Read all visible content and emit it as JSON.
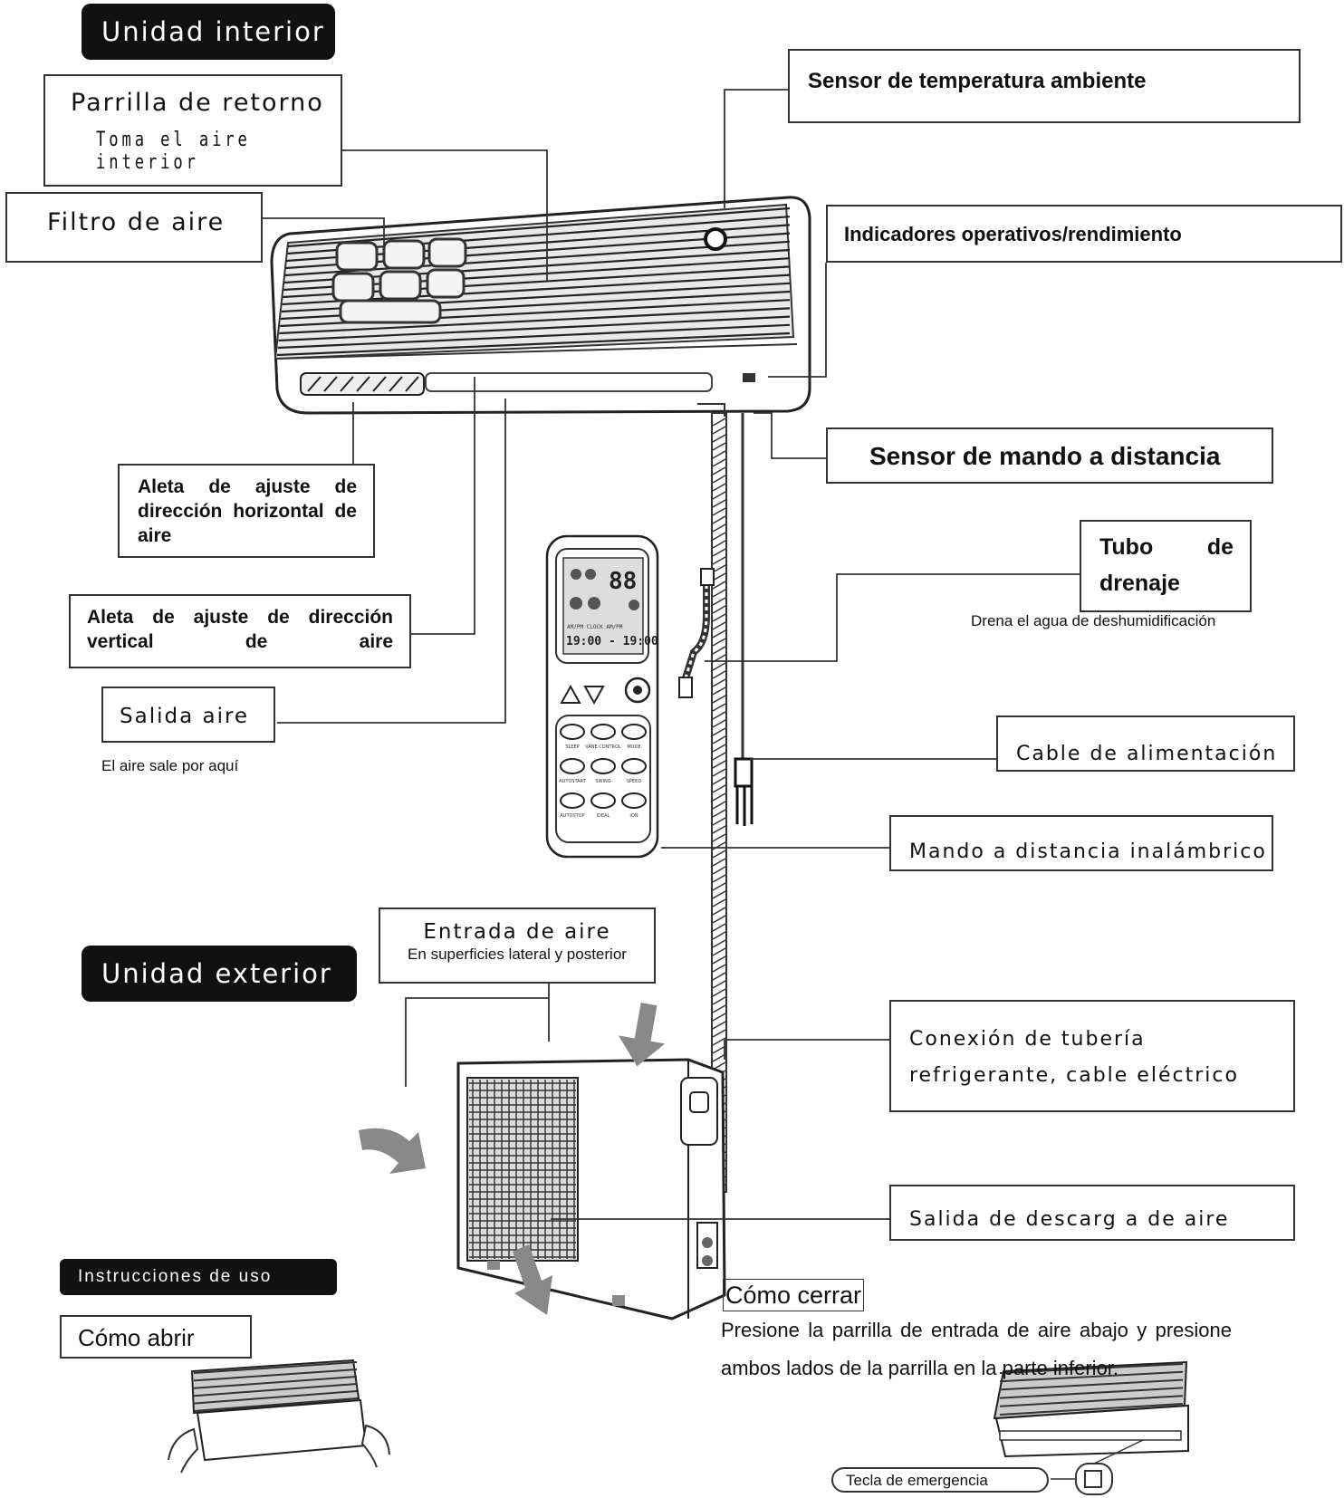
{
  "sections": {
    "indoor": "Unidad interior",
    "outdoor": "Unidad exterior",
    "instructions": "Instrucciones de uso"
  },
  "labels": {
    "return_grille": "Parrilla de retorno",
    "return_grille_sub": "Toma el aire interior",
    "air_filter": "Filtro de aire",
    "temp_sensor": "Sensor de temperatura ambiente",
    "indicators": "Indicadores operativos/rendimiento",
    "remote_sensor": "Sensor de mando a distancia",
    "h_louver": "Aleta de ajuste de dirección horizontal de aire",
    "v_louver": "Aleta de ajuste de dirección vertical de aire",
    "air_outlet": "Salida aire",
    "air_outlet_sub": "El aire sale por aquí",
    "drain_pipe": "Tubo de drenaje",
    "drain_pipe_sub": "Drena el agua de deshumidificación",
    "power_cable": "Cable de alimentación",
    "wireless_remote": "Mando a distancia inalámbrico",
    "air_inlet": "Entrada de aire",
    "air_inlet_sub": "En superficies lateral y posterior",
    "refrigerant_conn": "Conexión de tubería refrigerante, cable eléctrico",
    "discharge_outlet": "Salida de descarg a de aire",
    "how_open": "Cómo abrir",
    "how_close": "Cómo cerrar",
    "close_instructions": "Presione la parrilla de entrada de aire abajo y presione ambos lados de la parrilla en la parte inferior.",
    "emergency_key": "Tecla de emergencia"
  },
  "remote": {
    "display_digits": "88",
    "display_times": "19:00 - 19:00",
    "display_header": "AM/PM  CLOCK  AM/PM",
    "buttons": [
      "SLEEP",
      "VANE CONTROL",
      "MODE",
      "AUTOSTART",
      "SWING",
      "SPEED",
      "AUTOSTOP",
      "IDEAL",
      "ION"
    ]
  }
}
